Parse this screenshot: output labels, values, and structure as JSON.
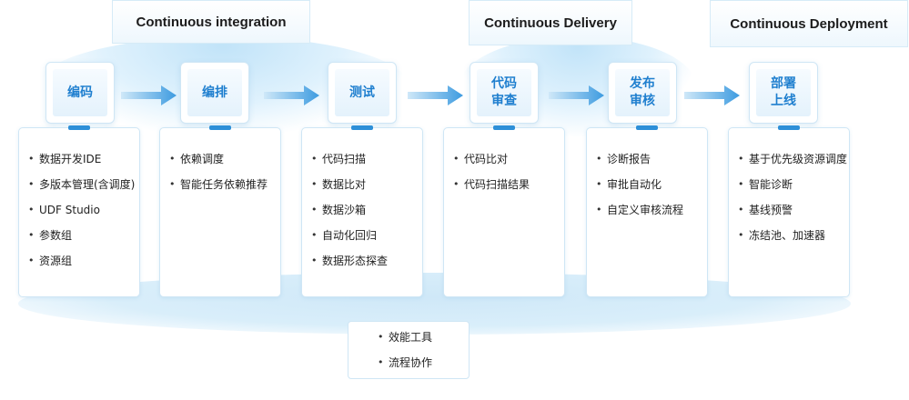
{
  "phases": {
    "ci": "Continuous integration",
    "cdelivery": "Continuous Delivery",
    "cdeploy": "Continuous Deployment"
  },
  "steps": [
    {
      "label": "编码"
    },
    {
      "label": "编排"
    },
    {
      "label": "测试"
    },
    {
      "label": "代码\n审查"
    },
    {
      "label": "发布\n审核"
    },
    {
      "label": "部署\n上线"
    }
  ],
  "cards": [
    {
      "items": [
        "数据开发IDE",
        "多版本管理(含调度)",
        "UDF Studio",
        "参数组",
        "资源组"
      ]
    },
    {
      "items": [
        "依赖调度",
        "智能任务依赖推荐"
      ]
    },
    {
      "items": [
        "代码扫描",
        "数据比对",
        "数据沙箱",
        "自动化回归",
        "数据形态探查"
      ]
    },
    {
      "items": [
        "代码比对",
        "代码扫描结果"
      ]
    },
    {
      "items": [
        "诊断报告",
        "审批自动化",
        "自定义审核流程"
      ]
    },
    {
      "items": [
        "基于优先级资源调度",
        "智能诊断",
        "基线预警",
        "冻结池、加速器"
      ]
    }
  ],
  "tools": {
    "items": [
      "效能工具",
      "流程协作"
    ]
  },
  "colors": {
    "accent": "#2d8fd8",
    "step_text": "#1f7fcf",
    "glow": "#cfe8f8"
  },
  "icons": {
    "arrow": "arrow-right-icon",
    "bullet": "bullet-icon"
  }
}
